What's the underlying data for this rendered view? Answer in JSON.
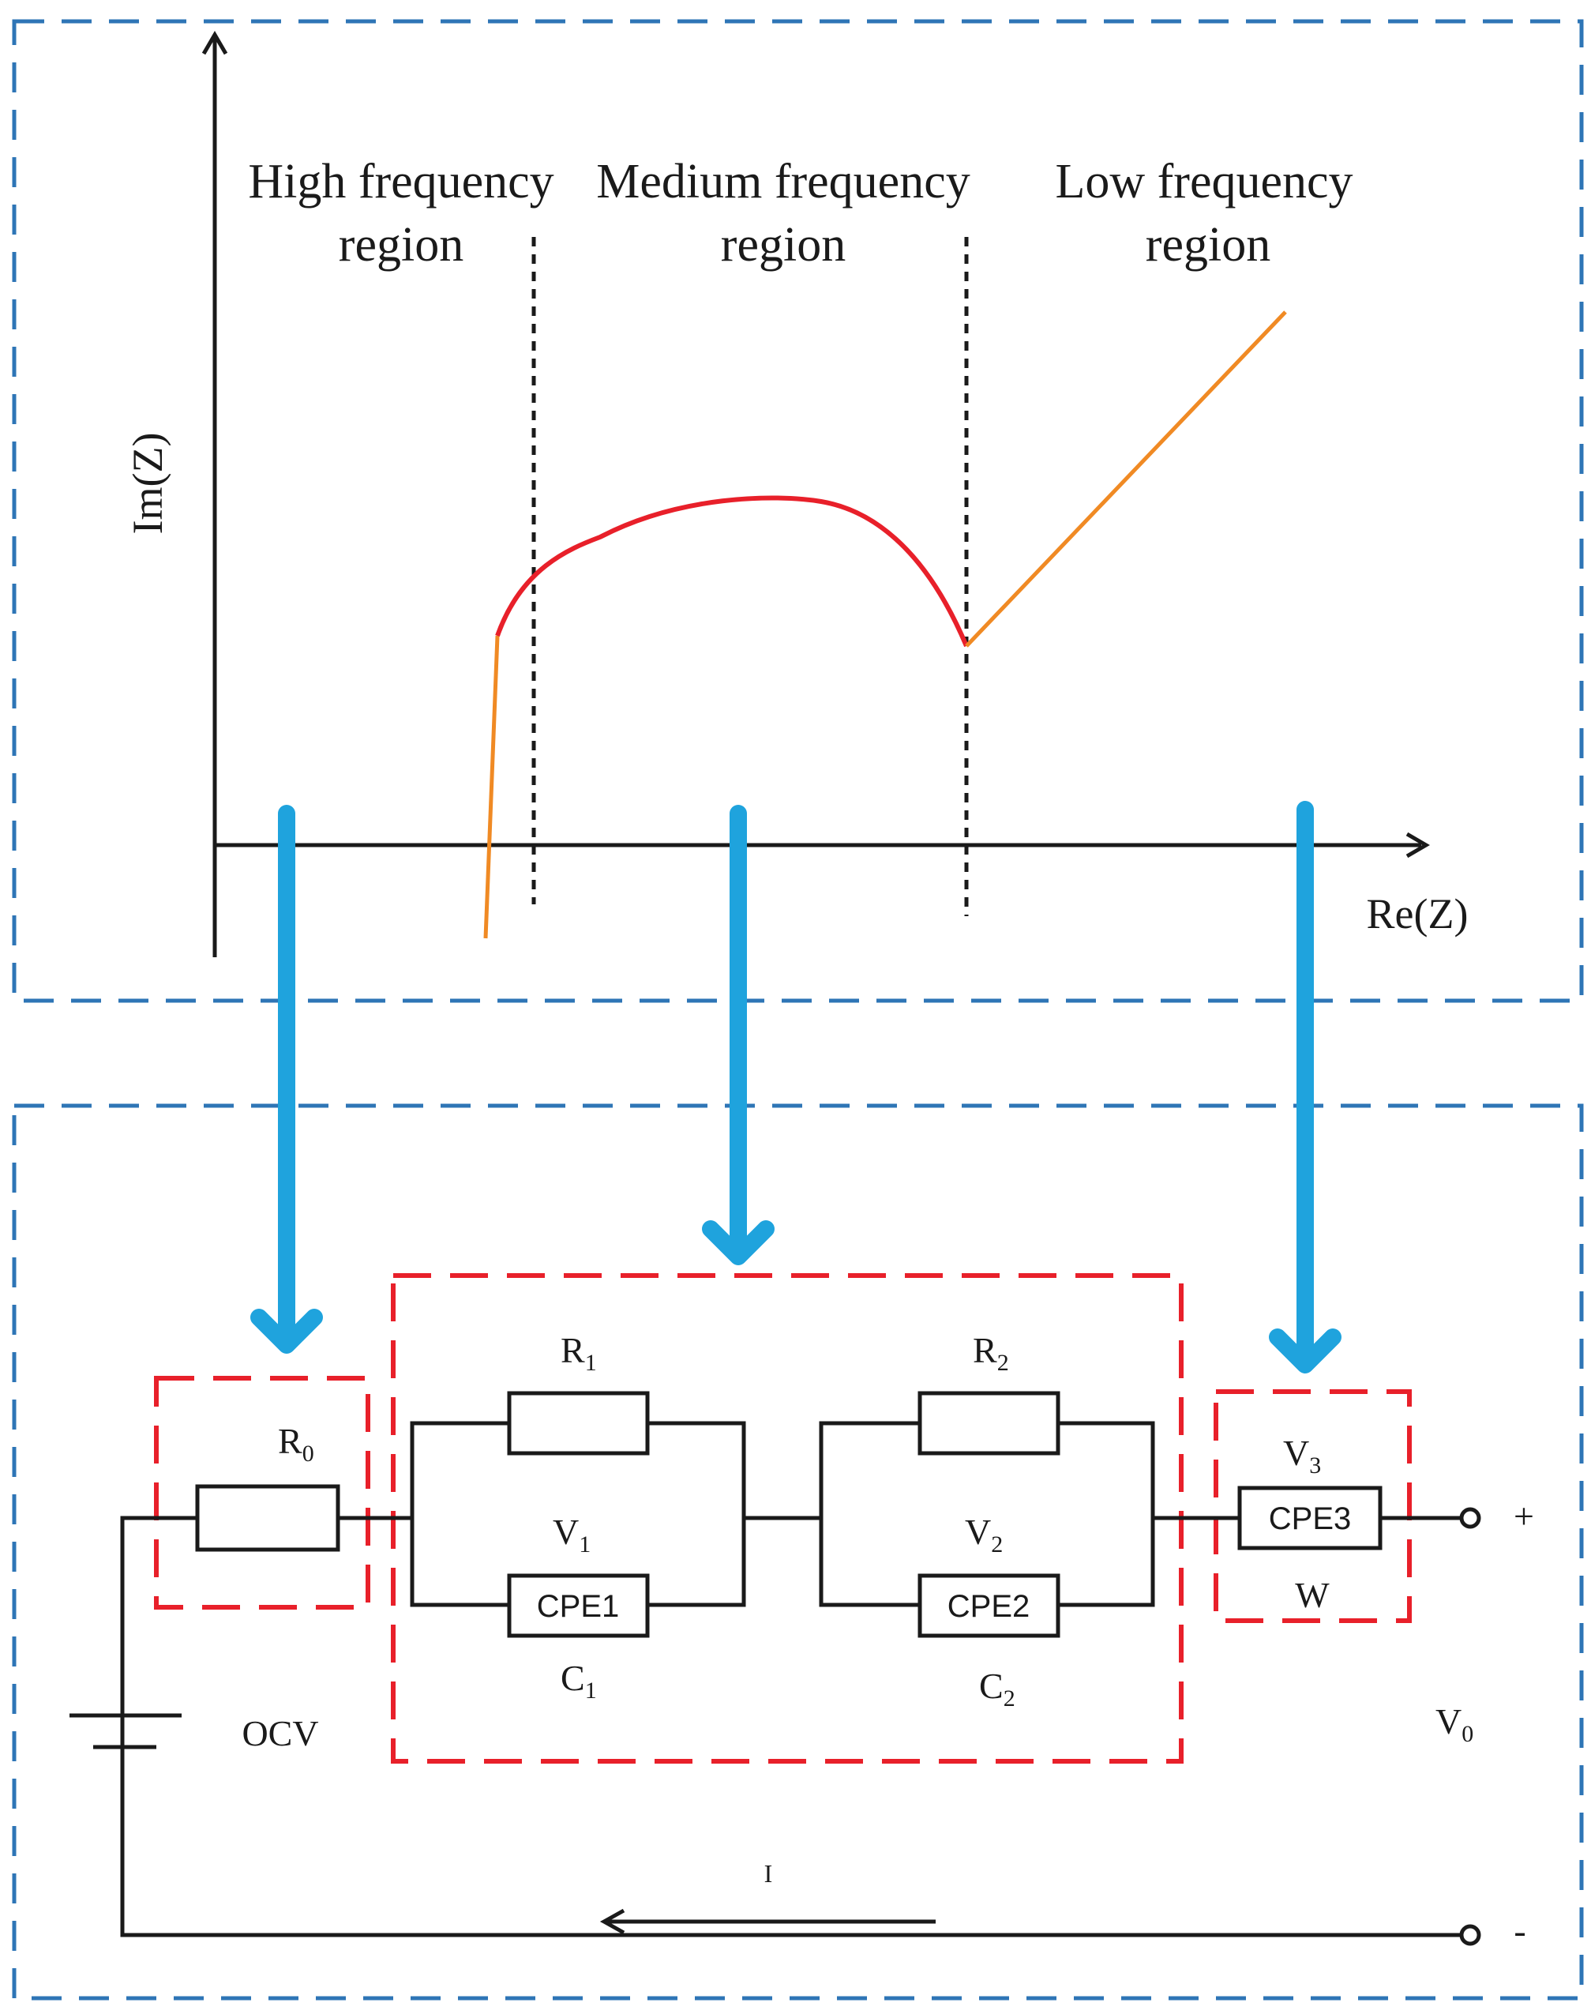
{
  "plot": {
    "x_axis_label": "Re(Z)",
    "y_axis_label": "Im(Z)",
    "regions": [
      {
        "line1": "High frequency",
        "line2": "region"
      },
      {
        "line1": "Medium frequency",
        "line2": "region"
      },
      {
        "line1": "Low frequency",
        "line2": "region"
      }
    ],
    "colors": {
      "semicircle": "#e8202a",
      "linear_segments": "#f08a24",
      "axes": "#1a1a1a"
    }
  },
  "circuit": {
    "ocv_label": "OCV",
    "r0": {
      "main": "R",
      "sub": "0"
    },
    "r1": {
      "main": "R",
      "sub": "1"
    },
    "r2": {
      "main": "R",
      "sub": "2"
    },
    "v1": {
      "main": "V",
      "sub": "1"
    },
    "v2": {
      "main": "V",
      "sub": "2"
    },
    "v3": {
      "main": "V",
      "sub": "3"
    },
    "c1": {
      "main": "C",
      "sub": "1"
    },
    "c2": {
      "main": "C",
      "sub": "2"
    },
    "v0": {
      "main": "V",
      "sub": "0"
    },
    "cpe1": "CPE1",
    "cpe2": "CPE2",
    "cpe3": "CPE3",
    "w_label": "W",
    "plus": "+",
    "minus": "-",
    "current_label": "I",
    "colors": {
      "frame": "#2e75b6",
      "group_box": "#e8202a",
      "mapping_arrow": "#1fa3dd"
    }
  }
}
